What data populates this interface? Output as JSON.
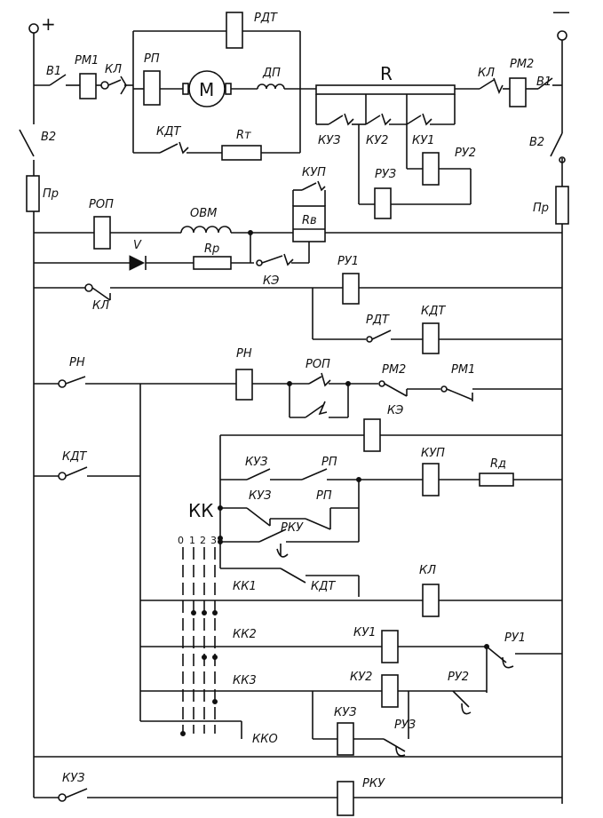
{
  "labels": {
    "plus": "+",
    "minus": "—",
    "v1_left": "В1",
    "v1_right": "В1",
    "v2_left": "В2",
    "v2_right": "В2",
    "rm1": "РМ1",
    "rm2": "РМ2",
    "kl_top_left": "КЛ",
    "kl_top_right": "КЛ",
    "rp_top": "РП",
    "rdt_top": "РДТ",
    "motor": "М",
    "dp": "ДП",
    "kdt_top": "КДТ",
    "rt": "Rт",
    "r_main": "R",
    "kuz_top": "КУЗ",
    "ku2_top": "КУ2",
    "ku1_top": "КУ1",
    "ruz_top": "РУЗ",
    "ru2_top": "РУ2",
    "pr_left": "Пр",
    "pr_right": "Пр",
    "rop": "РОП",
    "ovm": "ОВМ",
    "kup_top": "КУП",
    "rv": "Rв",
    "diode": "V",
    "rp_res": "Rр",
    "ke_top": "КЭ",
    "ru1_mid": "РУ1",
    "kl_mid": "КЛ",
    "rdt_mid": "РДТ",
    "kdt_mid": "КДТ",
    "rn_sw": "РН",
    "rn_coil": "РН",
    "rop_mid": "РОП",
    "rm2_mid": "РМ2",
    "rm1_mid": "РМ1",
    "ke_mid": "КЭ",
    "kdt_sw": "КДТ",
    "kuz_mid": "КУЗ",
    "rp_mid": "РП",
    "kup_mid": "КУП",
    "rd": "Rд",
    "kk": "КК",
    "kuz_mid2": "КУЗ",
    "rp_mid2": "РП",
    "rku_mid": "РКУ",
    "pos0": "0",
    "pos1": "1",
    "pos2": "2",
    "pos3": "3",
    "kk1": "КК1",
    "kdt_low": "КДТ",
    "kl_coil": "КЛ",
    "kk2": "КК2",
    "ku1_coil": "КУ1",
    "ru1_low": "РУ1",
    "kk3": "КК3",
    "ku2_coil": "КУ2",
    "ru2_low": "РУ2",
    "kuz_coil": "КУЗ",
    "ruz_low": "РУЗ",
    "kko": "ККО",
    "kuz_sw": "КУЗ",
    "rku_coil": "РКУ"
  }
}
